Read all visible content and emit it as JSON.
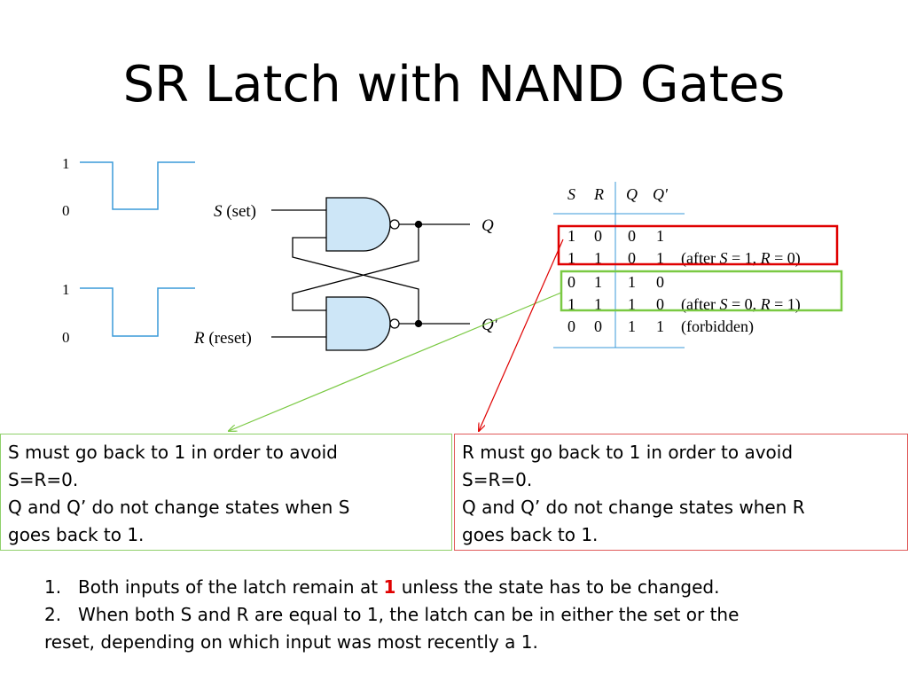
{
  "slide": {
    "title": "SR Latch with NAND Gates"
  },
  "waveforms": {
    "s_high": "1",
    "s_low": "0",
    "r_high": "1",
    "r_low": "0",
    "line_color": "#3a9ad9"
  },
  "circuit": {
    "s_input_var": "S",
    "s_input_desc": "(set)",
    "r_input_var": "R",
    "r_input_desc": "(reset)",
    "q_label": "Q",
    "q_bar_label": "Q'",
    "gate_fill": "#cde6f7"
  },
  "truth_table": {
    "headers": [
      "S",
      "R",
      "Q",
      "Q'"
    ],
    "rows": [
      {
        "cells": [
          "1",
          "0",
          "0",
          "1"
        ],
        "note": ""
      },
      {
        "cells": [
          "1",
          "1",
          "0",
          "1"
        ],
        "note_pre": "(after ",
        "note_v1": "S",
        "note_mid": " = 1, ",
        "note_v2": "R",
        "note_post": " = 0)"
      },
      {
        "cells": [
          "0",
          "1",
          "1",
          "0"
        ],
        "note": ""
      },
      {
        "cells": [
          "1",
          "1",
          "1",
          "0"
        ],
        "note_pre": "(after ",
        "note_v1": "S",
        "note_mid": " = 0, ",
        "note_v2": "R",
        "note_post": " = 1)"
      },
      {
        "cells": [
          "0",
          "0",
          "1",
          "1"
        ],
        "note": "(forbidden)"
      }
    ],
    "rule_color": "#3a9ad9",
    "highlight_red": "#e00000",
    "highlight_green": "#7ac943"
  },
  "note_s": {
    "lines": [
      "S must go back to 1  in order to avoid",
      "S=R=0.",
      "Q and Q’ do not change states when S",
      "goes back to 1."
    ]
  },
  "note_r": {
    "lines": [
      "R must go back to 1  in order to avoid",
      "S=R=0.",
      "Q and Q’ do not change states when R",
      "goes back to 1."
    ]
  },
  "notes": {
    "item1_num": "1.",
    "item1_pre": "Both inputs of the latch remain at ",
    "item1_emph": "1",
    "item1_post": " unless the state has to be changed.",
    "item2_num": "2.",
    "item2_line1": "When both S and R are equal to 1, the latch can be in either the set or the",
    "item2_line2": "reset, depending on which input was most recently a 1."
  }
}
